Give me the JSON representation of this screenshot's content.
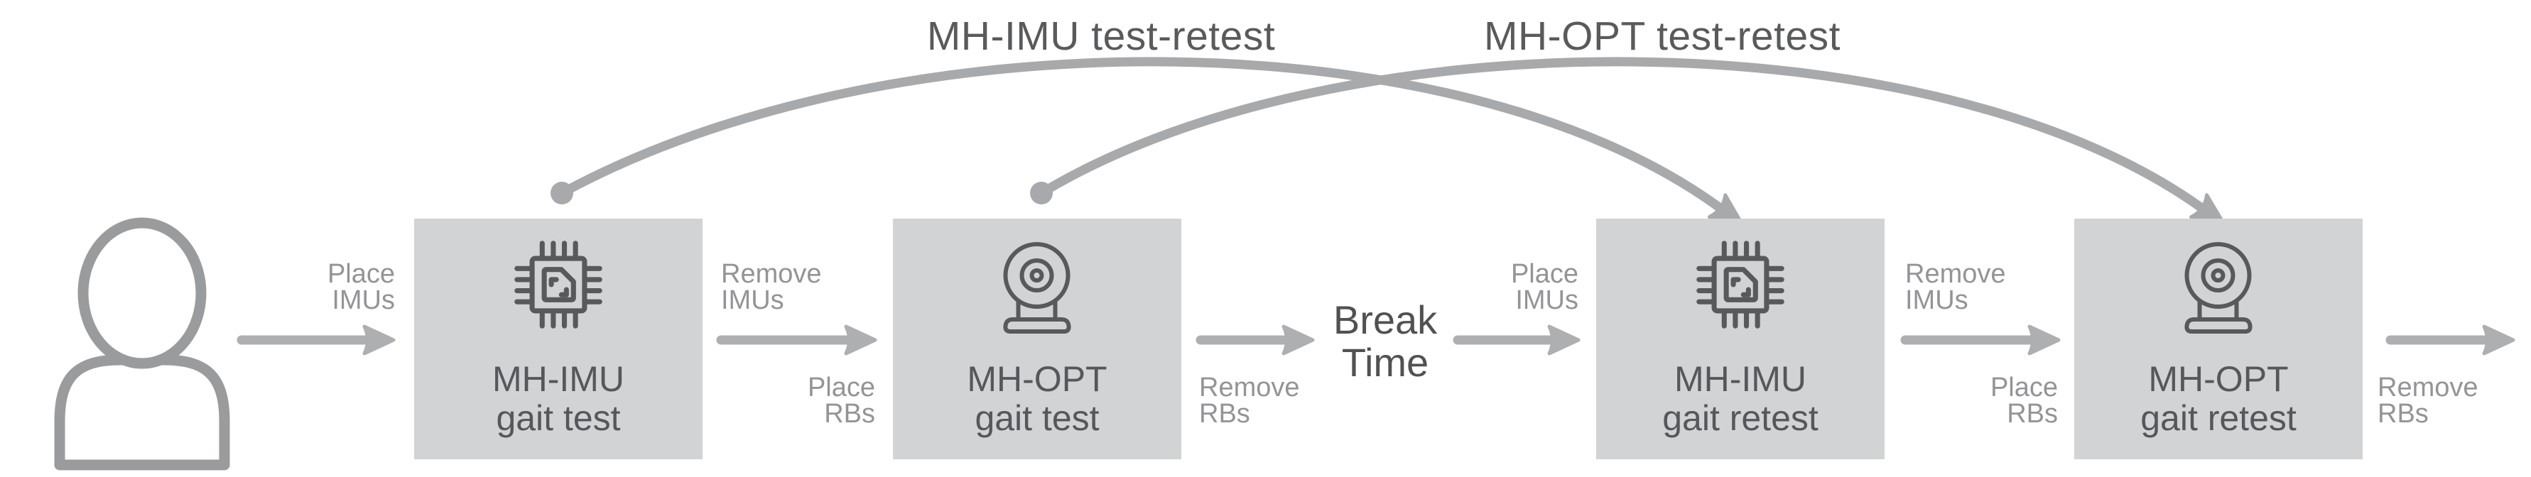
{
  "diagram": {
    "titles": {
      "imu_test_retest": "MH-IMU test-retest",
      "opt_test_retest": "MH-OPT test-retest"
    },
    "actor": {
      "icon": "person-icon"
    },
    "stages": [
      {
        "icon": "chip-icon",
        "line1": "MH-IMU",
        "line2": "gait test"
      },
      {
        "icon": "webcam-icon",
        "line1": "MH-OPT",
        "line2": "gait test"
      },
      {
        "icon": "chip-icon",
        "line1": "MH-IMU",
        "line2": "gait retest"
      },
      {
        "icon": "webcam-icon",
        "line1": "MH-OPT",
        "line2": "gait retest"
      }
    ],
    "break": {
      "line1": "Break",
      "line2": "Time"
    },
    "labels": {
      "a1_above": {
        "line1": "Place",
        "line2": "IMUs"
      },
      "a2_above": {
        "line1": "Remove",
        "line2": "IMUs"
      },
      "a2_below": {
        "line1": "Place",
        "line2": "RBs"
      },
      "a3_below": {
        "line1": "Remove",
        "line2": "RBs"
      },
      "a4_above": {
        "line1": "Place",
        "line2": "IMUs"
      },
      "a5_above": {
        "line1": "Remove",
        "line2": "IMUs"
      },
      "a5_below": {
        "line1": "Place",
        "line2": "RBs"
      },
      "a6_below": {
        "line1": "Remove",
        "line2": "RBs"
      }
    },
    "colors": {
      "background": "#ffffff",
      "box_fill": "#d2d3d4",
      "box_text": "#56575a",
      "icon_stroke": "#58595b",
      "label_text": "#939497",
      "arrow": "#aeafb1",
      "arc": "#a8a9ab",
      "person": "#9a9b9d",
      "title_text": "#595a5c",
      "break_text": "#505153"
    }
  }
}
